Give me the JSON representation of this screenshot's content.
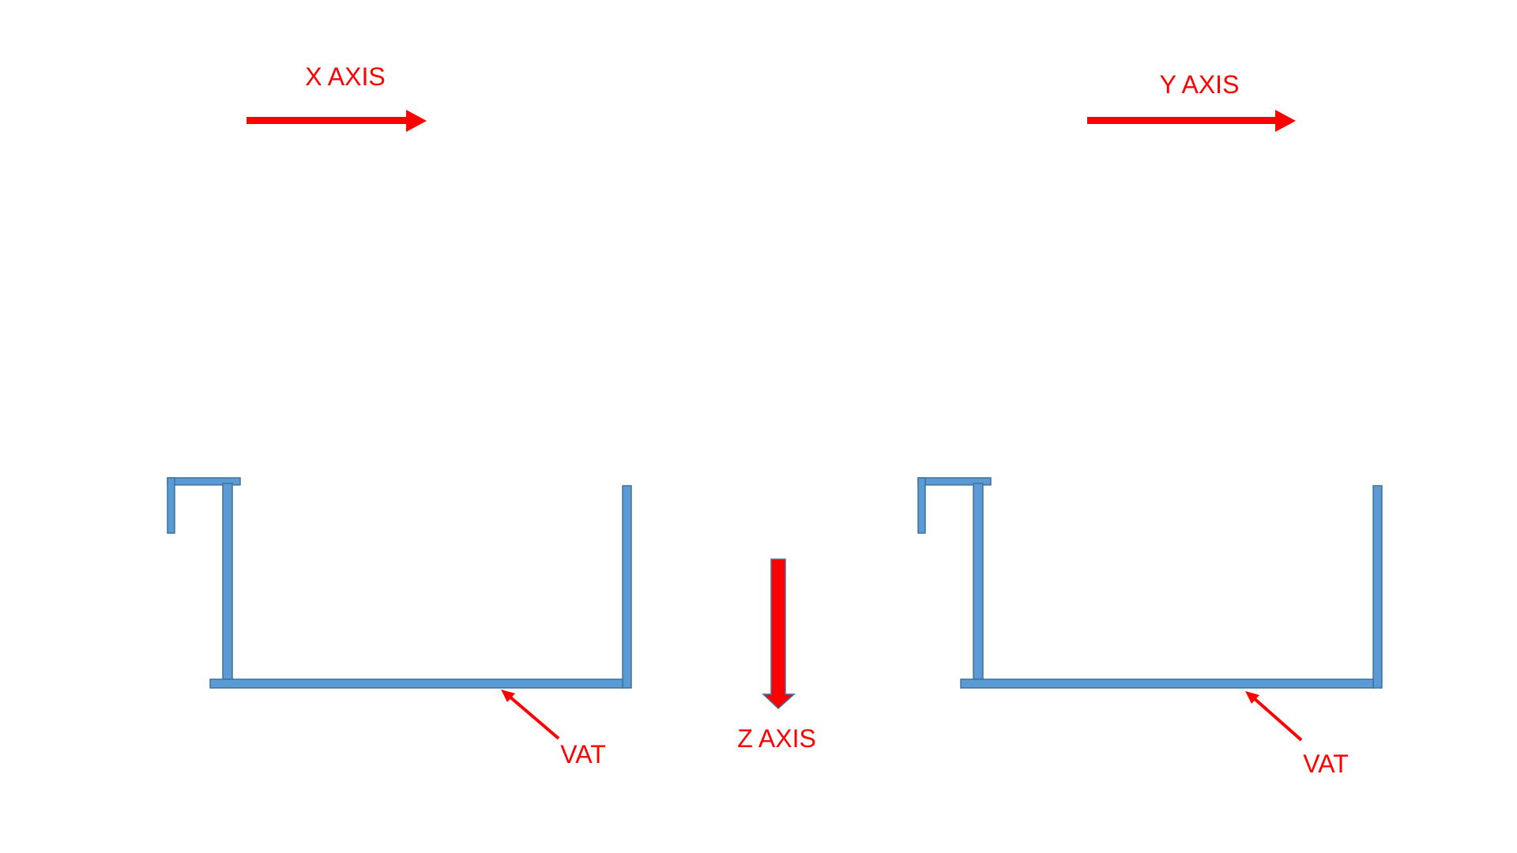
{
  "colors": {
    "arrow": "#ff0000",
    "label": "#ff0000",
    "vat_fill": "#5b9bd5",
    "vat_stroke": "#41719c",
    "background": "#ffffff"
  },
  "labels": {
    "x_axis": "X AXIS",
    "y_axis": "Y AXIS",
    "z_axis": "Z AXIS",
    "vat_left": "VAT",
    "vat_right": "VAT"
  }
}
